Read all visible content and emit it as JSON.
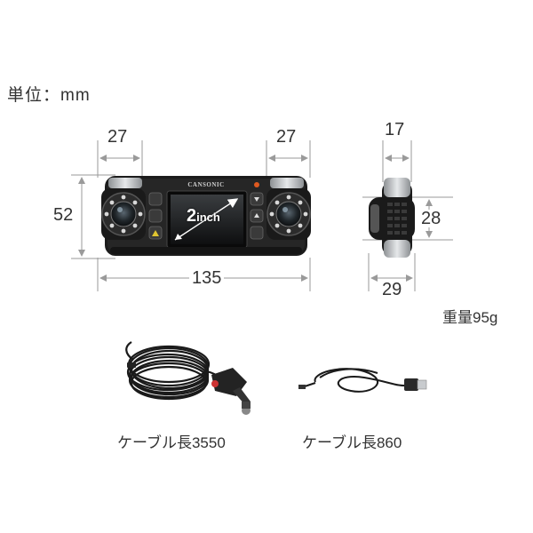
{
  "unit": "単位：mm",
  "dimensions": {
    "left_camera_width": "27",
    "right_camera_width": "27",
    "height": "52",
    "total_width": "135",
    "side_width": "17",
    "side_height": "28",
    "side_depth": "29"
  },
  "screen_size": {
    "number": "2",
    "unit": "inch"
  },
  "brand": "CANSONIC",
  "weight": "重量95g",
  "cables": [
    {
      "label": "ケーブル長3550"
    },
    {
      "label": "ケーブル長860"
    }
  ],
  "colors": {
    "line": "#9a9a9a",
    "body": "#1c1c1c",
    "chrome": "#bfc3c6"
  }
}
